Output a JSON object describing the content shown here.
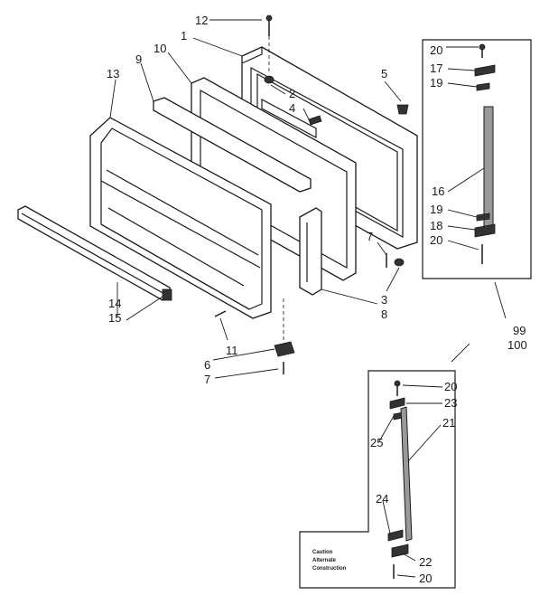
{
  "callouts": {
    "c12": "12",
    "c1": "1",
    "c10": "10",
    "c9": "9",
    "c13": "13",
    "c2": "2",
    "c4": "4",
    "c5": "5",
    "c7a": "7",
    "c3": "3",
    "c8": "8",
    "c14": "14",
    "c15": "15",
    "c11": "11",
    "c6": "6",
    "c7b": "7",
    "c99": "99",
    "c100": "100"
  },
  "kit_a": {
    "c20a": "20",
    "c17": "17",
    "c19a": "19",
    "c16": "16",
    "c19b": "19",
    "c18": "18",
    "c20b": "20"
  },
  "kit_b": {
    "c20a": "20",
    "c23": "23",
    "c21": "21",
    "c25": "25",
    "c24": "24",
    "c22": "22",
    "c20b": "20",
    "note_line1": "Caution",
    "note_line2": "Alternate",
    "note_line3": "Construction"
  }
}
